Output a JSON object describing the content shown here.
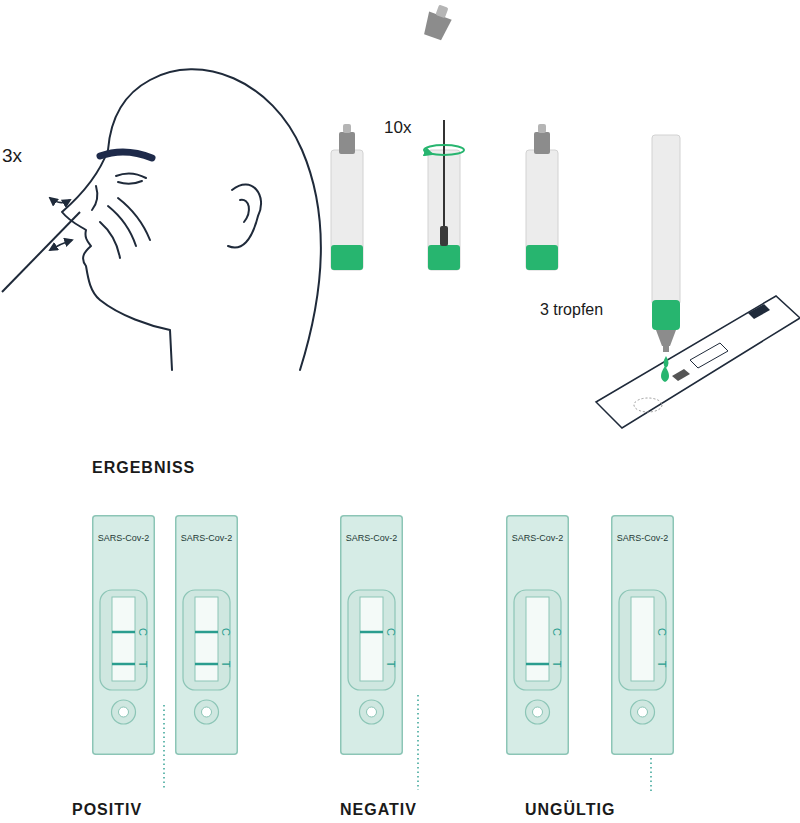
{
  "diagram": {
    "title": "ERGEBNISS",
    "nodes": [
      {
        "text": [
          "SARS-Cov-2",
          "C",
          "T"
        ]
      },
      {
        "text": [
          "SARS-Cov-2",
          "C",
          "T"
        ]
      },
      {
        "text": [
          "SARS-Cov-2",
          "C",
          "T"
        ]
      },
      {
        "text": [
          "SARS-Cov-2",
          "C",
          "T"
        ]
      },
      {
        "text": [
          "SARS-Cov-2",
          "C",
          "T"
        ]
      }
    ],
    "labels": [
      "3x",
      "10x",
      "3 tropfen",
      "POSITIV",
      "NEGATIV",
      "UNGÜLTIG"
    ]
  }
}
